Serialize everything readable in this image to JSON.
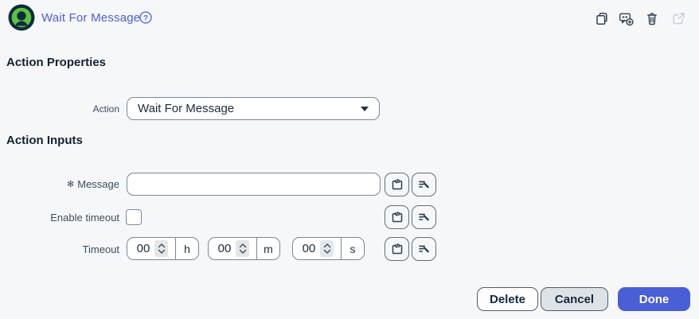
{
  "header": {
    "title": "Wait For Message",
    "help_glyph": "?"
  },
  "properties": {
    "heading": "Action Properties",
    "action": {
      "label": "Action",
      "value": "Wait For Message"
    }
  },
  "inputs": {
    "heading": "Action Inputs",
    "message": {
      "required_mark": "✻",
      "label": "Message",
      "value": ""
    },
    "enable_timeout": {
      "label": "Enable timeout",
      "checked": false
    },
    "timeout": {
      "label": "Timeout",
      "hours": {
        "value": "00",
        "unit": "h"
      },
      "minutes": {
        "value": "00",
        "unit": "m"
      },
      "seconds": {
        "value": "00",
        "unit": "s"
      }
    }
  },
  "footer": {
    "delete_label": "Delete",
    "cancel_label": "Cancel",
    "done_label": "Done"
  },
  "icons": {
    "logo": "agent-avatar-icon",
    "help": "help-circle-icon",
    "toolbar": [
      "copy-icon",
      "add-comment-icon",
      "trash-icon",
      "external-link-icon"
    ],
    "field_buttons": [
      "expression-mode-icon",
      "expression-builder-icon"
    ],
    "dropdown_caret": "caret-down-icon",
    "stepper_control": "up-down-chevrons-icon"
  },
  "colors": {
    "accent": "#4c5fd9",
    "background": "#f6f7f9",
    "text_dark": "#17293a",
    "logo_green": "#5cc23e",
    "logo_navy": "#0e2b3e",
    "disabled_icon": "#c5ced6",
    "done_button": "#4a5ed6"
  }
}
